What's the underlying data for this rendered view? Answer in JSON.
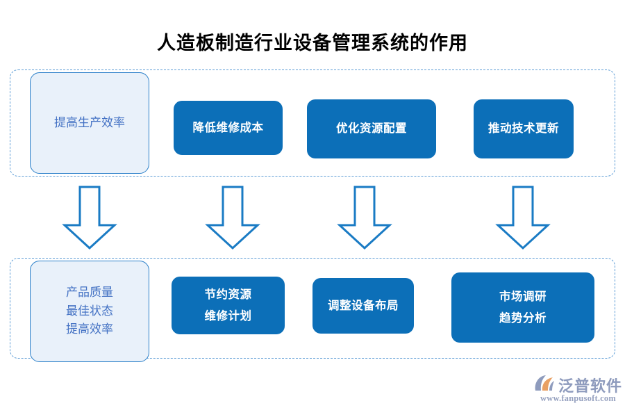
{
  "page": {
    "title": "人造板制造行业设备管理系统的作用",
    "background": "#ffffff"
  },
  "colors": {
    "solid_blue": "#0c6fb8",
    "light_blue_fill": "#e9f1fa",
    "light_blue_border": "#2a7fc9",
    "light_text": "#4472c4",
    "dashed_border": "#5b9bd5",
    "arrow_stroke": "#1a7bc4",
    "logo_text": "#8e9bbd",
    "logo_accent": "#e8a064",
    "title_text": "#000000"
  },
  "top_row": {
    "cards": [
      {
        "id": "improve-production-efficiency",
        "style": "light",
        "lines": [
          "提高生产效率"
        ]
      },
      {
        "id": "reduce-maintenance-cost",
        "style": "solid",
        "lines": [
          "降低维修成本"
        ]
      },
      {
        "id": "optimize-resource-allocation",
        "style": "solid",
        "lines": [
          "优化资源配置"
        ]
      },
      {
        "id": "promote-technology-update",
        "style": "solid",
        "lines": [
          "推动技术更新"
        ]
      }
    ]
  },
  "bottom_row": {
    "cards": [
      {
        "id": "product-quality-outcomes",
        "style": "light",
        "lines": [
          "产品质量",
          "最佳状态",
          "提高效率"
        ]
      },
      {
        "id": "save-resources-plan",
        "style": "solid",
        "lines": [
          "节约资源",
          "维修计划"
        ]
      },
      {
        "id": "adjust-equipment-layout",
        "style": "solid",
        "lines": [
          "调整设备布局"
        ]
      },
      {
        "id": "market-research-trend",
        "style": "solid",
        "lines": [
          "市场调研",
          "趋势分析"
        ]
      }
    ]
  },
  "connectors": {
    "count": 4,
    "direction": "down",
    "icon": "arrow-down-icon"
  },
  "logo": {
    "name": "泛普软件",
    "url": "www.fanpusoft.com"
  }
}
